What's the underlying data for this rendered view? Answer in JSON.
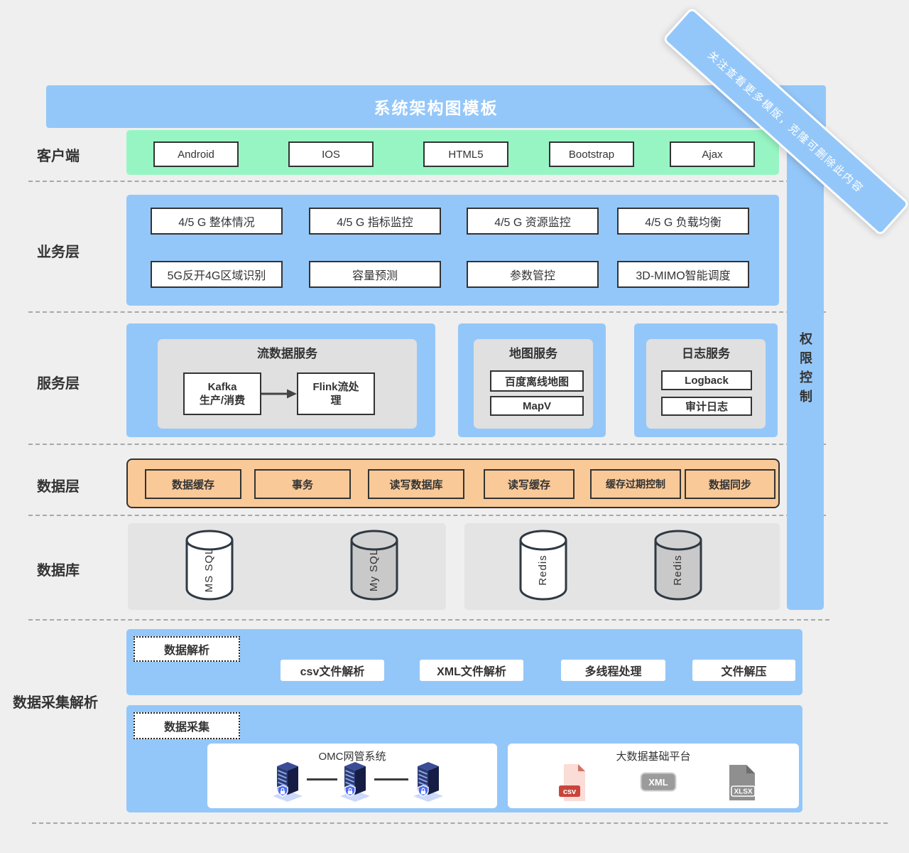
{
  "colors": {
    "background": "#efefef",
    "blue": "#94c7f9",
    "green": "#97f5c4",
    "orange": "#f9c998",
    "panel_gray": "#e0e0e0",
    "db_gray": "#e4e4e4",
    "border_dark": "#333333",
    "text_dark": "#333333",
    "dash_gray": "#a8a8a8",
    "cylinder_gray": "#c9c9c9",
    "csv_red": "#c9453a",
    "csv_pink": "#fbdcd6",
    "file_gray": "#8f8f8f",
    "server_navy": "#27346b",
    "shield_blue": "#4a6cf7"
  },
  "banner": {
    "title": "系统架构图模板"
  },
  "ribbon": {
    "text": "关注查看更多模版，克隆可删除此内容"
  },
  "permission_bar": {
    "label": "权限控制"
  },
  "client": {
    "label": "客户端",
    "items": [
      "Android",
      "IOS",
      "HTML5",
      "Bootstrap",
      "Ajax"
    ]
  },
  "business": {
    "label": "业务层",
    "row1": [
      "4/5 G 整体情况",
      "4/5 G 指标监控",
      "4/5 G 资源监控",
      "4/5 G 负载均衡"
    ],
    "row2": [
      "5G反开4G区域识别",
      "容量预测",
      "参数管控",
      "3D-MIMO智能调度"
    ]
  },
  "service": {
    "label": "服务层",
    "stream": {
      "title": "流数据服务",
      "kafka": "Kafka\n生产/消费",
      "flink": "Flink流处\n理"
    },
    "map": {
      "title": "地图服务",
      "items": [
        "百度离线地图",
        "MapV"
      ]
    },
    "log": {
      "title": "日志服务",
      "items": [
        "Logback",
        "审计日志"
      ]
    }
  },
  "data_layer": {
    "label": "数据层",
    "items": [
      "数据缓存",
      "事务",
      "读写数据库",
      "读写缓存",
      "缓存过期控制",
      "数据同步"
    ]
  },
  "database": {
    "label": "数据库",
    "cylinders": [
      {
        "name": "MS SQL",
        "variant": "white"
      },
      {
        "name": "My SQL",
        "variant": "gray"
      },
      {
        "name": "Redis",
        "variant": "white"
      },
      {
        "name": "Redis",
        "variant": "gray"
      }
    ]
  },
  "collection": {
    "label": "数据采集解析",
    "parse": {
      "tag": "数据解析",
      "items": [
        "csv文件解析",
        "XML文件解析",
        "多线程处理",
        "文件解压"
      ]
    },
    "collect": {
      "tag": "数据采集",
      "omc": {
        "title": "OMC网管系统"
      },
      "bigdata": {
        "title": "大数据基础平台",
        "files": [
          "csv",
          "XML",
          "XLSX"
        ]
      }
    }
  }
}
